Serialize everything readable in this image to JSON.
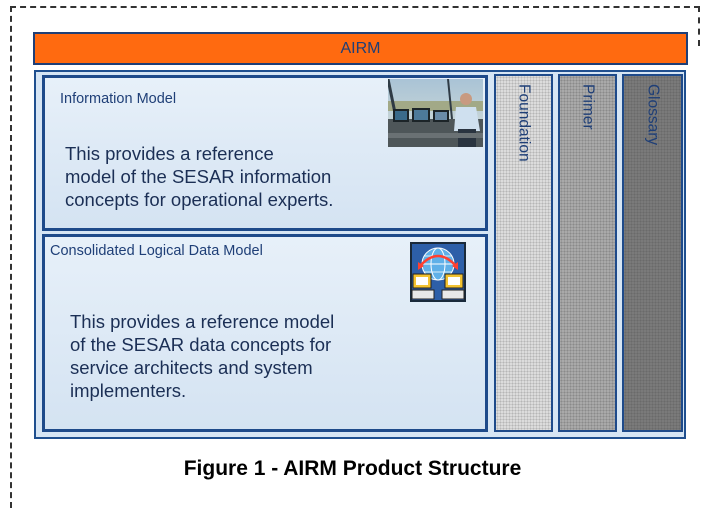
{
  "header_bar": {
    "label": "AIRM"
  },
  "information_model": {
    "title": "Information Model",
    "description": [
      "This provides a reference",
      "model of the SESAR information",
      "concepts for operational experts."
    ],
    "image_icon": "control-tower-photo"
  },
  "consolidated_logical_data_model": {
    "title": "Consolidated Logical Data Model",
    "description": [
      "This provides a reference model",
      "of the SESAR data concepts for",
      "service architects and system",
      "implementers."
    ],
    "image_icon": "networked-computers-globe-icon"
  },
  "columns": [
    {
      "label": "Foundation"
    },
    {
      "label": "Primer"
    },
    {
      "label": "Glossary"
    }
  ],
  "caption": "Figure 1 - AIRM Product Structure",
  "colors": {
    "airm_bar": "#ff6a10",
    "border": "#1e4a8a",
    "text": "#1f3f77"
  }
}
